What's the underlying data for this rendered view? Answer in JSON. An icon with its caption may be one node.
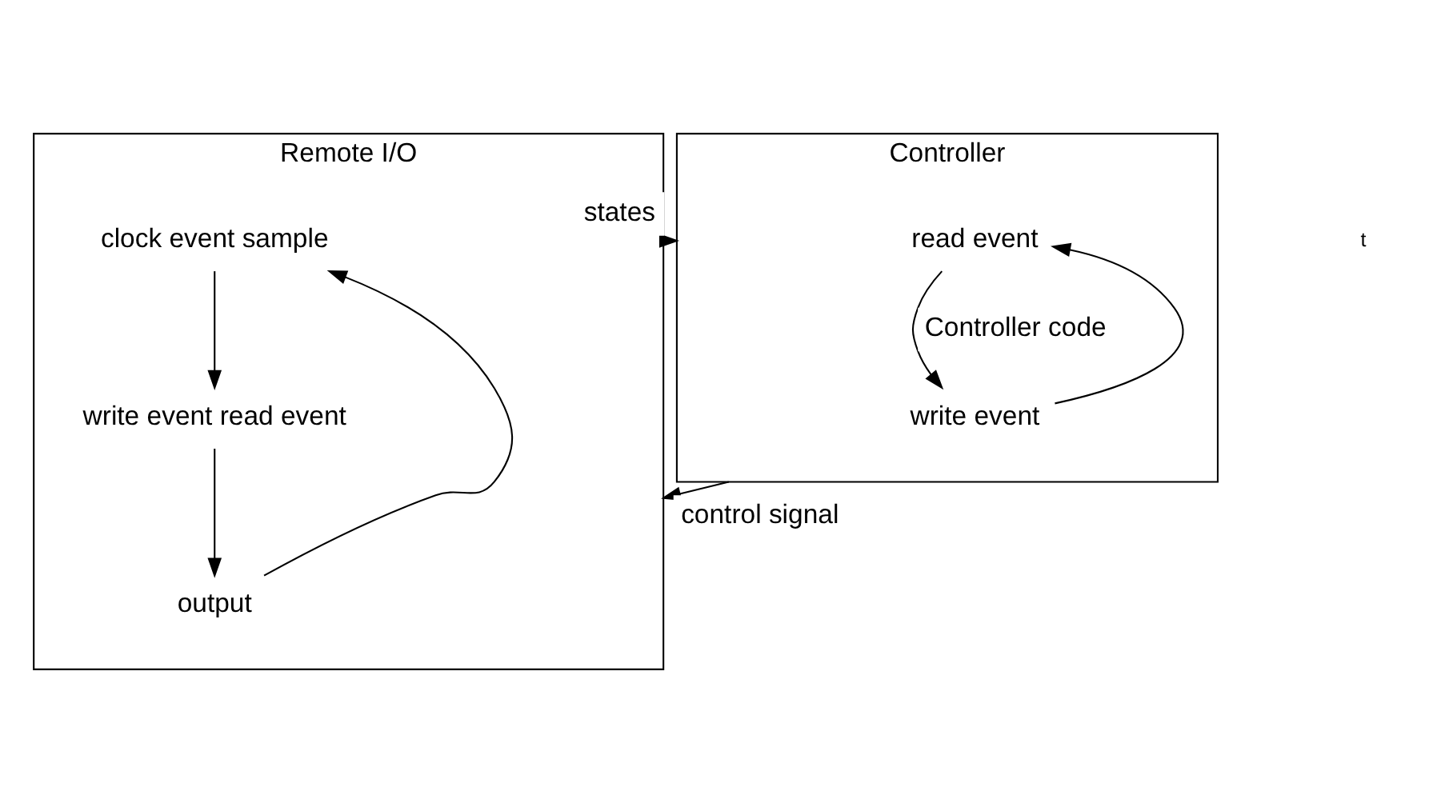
{
  "diagram": {
    "nodes": [
      {
        "text": [
          "Remote I/O"
        ]
      },
      {
        "text": [
          "clock event sample"
        ],
        "in": 0
      },
      {
        "text": [
          "write event read event"
        ],
        "in": 0
      },
      {
        "text": [
          "output"
        ],
        "in": 0
      },
      {
        "text": [
          "Controller"
        ]
      },
      {
        "text": [
          "read event"
        ],
        "in": 4
      },
      {
        "text": [
          "write event"
        ],
        "in": 4
      }
    ],
    "edges": [
      {
        "from": 1,
        "to": 2,
        "arrow": "to"
      },
      {
        "from": 2,
        "to": 3,
        "arrow": "to"
      },
      {
        "from": 3,
        "to": 1,
        "arrow": "to"
      },
      {
        "from": 5,
        "to": 6,
        "arrow": "to",
        "label": "Controller code"
      },
      {
        "from": 6,
        "to": 5,
        "arrow": "to"
      },
      {
        "from": 0,
        "to": 4,
        "arrow": "to",
        "label": "states"
      },
      {
        "from": 4,
        "to": 0,
        "arrow": "to",
        "label": "control signal"
      }
    ],
    "labels": [
      "t"
    ]
  }
}
